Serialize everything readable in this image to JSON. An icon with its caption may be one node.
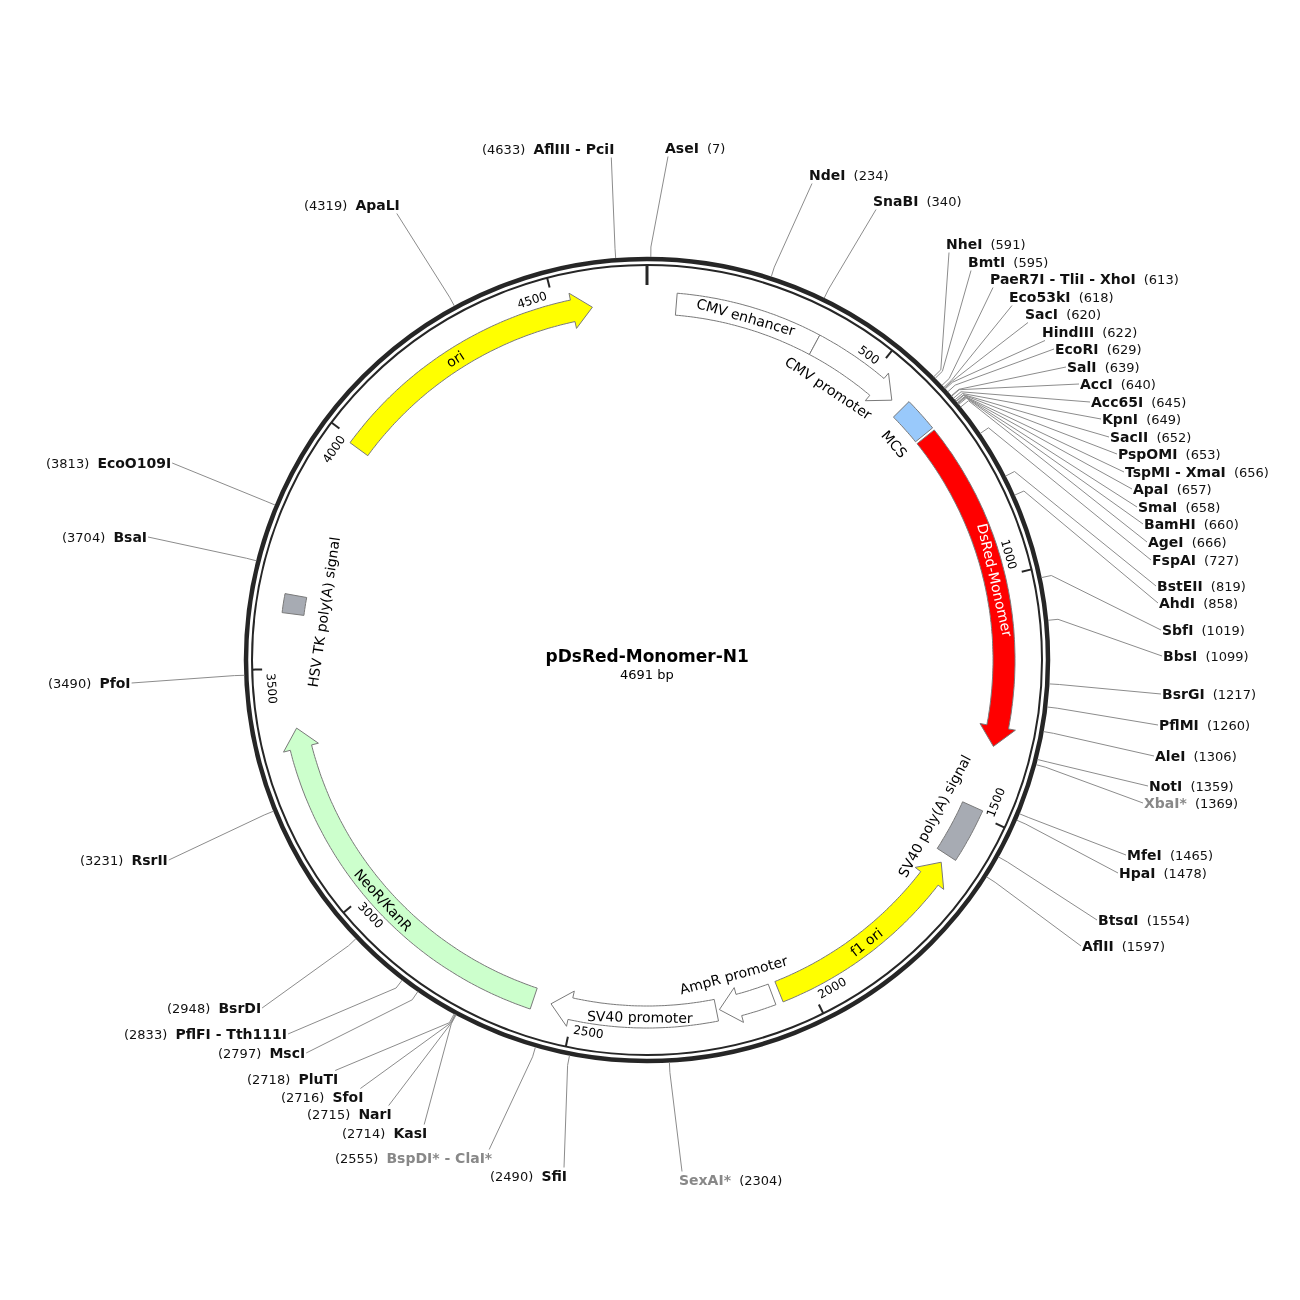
{
  "diagram": {
    "title": "pDsRed-Monomer-N1",
    "nodes": [
      {
        "text": [
          "CMV enhancer"
        ]
      },
      {
        "text": [
          "CMV promoter"
        ]
      },
      {
        "text": [
          "MCS"
        ]
      },
      {
        "text": [
          "DsRed-Monomer"
        ]
      },
      {
        "text": [
          "SV40 poly(A) signal"
        ]
      },
      {
        "text": [
          "f1 ori"
        ]
      },
      {
        "text": [
          "AmpR promoter"
        ]
      },
      {
        "text": [
          "SV40 promoter"
        ]
      },
      {
        "text": [
          "NeoR/KanR"
        ]
      },
      {
        "text": [
          "HSV TK poly(A) signal"
        ]
      },
      {
        "text": [
          "ori"
        ]
      },
      {
        "text": [
          "AseI",
          "(7)"
        ]
      },
      {
        "text": [
          "NdeI",
          "(234)"
        ]
      },
      {
        "text": [
          "SnaBI",
          "(340)"
        ]
      },
      {
        "text": [
          "NheI",
          "(591)"
        ]
      },
      {
        "text": [
          "BmtI",
          "(595)"
        ]
      },
      {
        "text": [
          "PaeR7I - TliI - XhoI",
          "(613)"
        ]
      },
      {
        "text": [
          "Eco53kI",
          "(618)"
        ]
      },
      {
        "text": [
          "SacI",
          "(620)"
        ]
      },
      {
        "text": [
          "HindIII",
          "(622)"
        ]
      },
      {
        "text": [
          "EcoRI",
          "(629)"
        ]
      },
      {
        "text": [
          "SalI",
          "(639)"
        ]
      },
      {
        "text": [
          "AccI",
          "(640)"
        ]
      },
      {
        "text": [
          "Acc65I",
          "(645)"
        ]
      },
      {
        "text": [
          "KpnI",
          "(649)"
        ]
      },
      {
        "text": [
          "SacII",
          "(652)"
        ]
      },
      {
        "text": [
          "PspOMI",
          "(653)"
        ]
      },
      {
        "text": [
          "TspMI - XmaI",
          "(656)"
        ]
      },
      {
        "text": [
          "ApaI",
          "(657)"
        ]
      },
      {
        "text": [
          "SmaI",
          "(658)"
        ]
      },
      {
        "text": [
          "BamHI",
          "(660)"
        ]
      },
      {
        "text": [
          "AgeI",
          "(666)"
        ]
      },
      {
        "text": [
          "FspAI",
          "(727)"
        ]
      },
      {
        "text": [
          "BstEII",
          "(819)"
        ]
      },
      {
        "text": [
          "AhdI",
          "(858)"
        ]
      },
      {
        "text": [
          "SbfI",
          "(1019)"
        ]
      },
      {
        "text": [
          "BbsI",
          "(1099)"
        ]
      },
      {
        "text": [
          "BsrGI",
          "(1217)"
        ]
      },
      {
        "text": [
          "PflMI",
          "(1260)"
        ]
      },
      {
        "text": [
          "AleI",
          "(1306)"
        ]
      },
      {
        "text": [
          "NotI",
          "(1359)"
        ]
      },
      {
        "text": [
          "XbaI*",
          "(1369)"
        ]
      },
      {
        "text": [
          "MfeI",
          "(1465)"
        ]
      },
      {
        "text": [
          "HpaI",
          "(1478)"
        ]
      },
      {
        "text": [
          "BtsαI",
          "(1554)"
        ]
      },
      {
        "text": [
          "AflII",
          "(1597)"
        ]
      },
      {
        "text": [
          "SexAI*",
          "(2304)"
        ]
      },
      {
        "text": [
          "(2490)",
          "SfiI"
        ]
      },
      {
        "text": [
          "(2555)",
          "BspDI* - ClaI*"
        ]
      },
      {
        "text": [
          "(2714)",
          "KasI"
        ]
      },
      {
        "text": [
          "(2715)",
          "NarI"
        ]
      },
      {
        "text": [
          "(2716)",
          "SfoI"
        ]
      },
      {
        "text": [
          "(2718)",
          "PluTI"
        ]
      },
      {
        "text": [
          "(2797)",
          "MscI"
        ]
      },
      {
        "text": [
          "(2833)",
          "PflFI - Tth111I"
        ]
      },
      {
        "text": [
          "(2948)",
          "BsrDI"
        ]
      },
      {
        "text": [
          "(3231)",
          "RsrII"
        ]
      },
      {
        "text": [
          "(3490)",
          "PfoI"
        ]
      },
      {
        "text": [
          "(3704)",
          "BsaI"
        ]
      },
      {
        "text": [
          "(3813)",
          "EcoO109I"
        ]
      },
      {
        "text": [
          "(4319)",
          "ApaLI"
        ]
      },
      {
        "text": [
          "(4633)",
          "AflIII - PciI"
        ]
      }
    ],
    "edges": [
      {
        "from": 11,
        "to": null,
        "arrow": "none"
      },
      {
        "from": 12,
        "to": null,
        "arrow": "none"
      },
      {
        "from": 13,
        "to": null,
        "arrow": "none"
      },
      {
        "from": 14,
        "to": null,
        "arrow": "none"
      },
      {
        "from": 15,
        "to": null,
        "arrow": "none"
      },
      {
        "from": 16,
        "to": null,
        "arrow": "none"
      },
      {
        "from": 17,
        "to": null,
        "arrow": "none"
      },
      {
        "from": 18,
        "to": null,
        "arrow": "none"
      },
      {
        "from": 19,
        "to": null,
        "arrow": "none"
      },
      {
        "from": 20,
        "to": null,
        "arrow": "none"
      },
      {
        "from": 21,
        "to": null,
        "arrow": "none"
      },
      {
        "from": 22,
        "to": null,
        "arrow": "none"
      },
      {
        "from": 23,
        "to": null,
        "arrow": "none"
      },
      {
        "from": 24,
        "to": null,
        "arrow": "none"
      },
      {
        "from": 25,
        "to": null,
        "arrow": "none"
      },
      {
        "from": 26,
        "to": null,
        "arrow": "none"
      },
      {
        "from": 27,
        "to": null,
        "arrow": "none"
      },
      {
        "from": 28,
        "to": null,
        "arrow": "none"
      },
      {
        "from": 29,
        "to": null,
        "arrow": "none"
      },
      {
        "from": 30,
        "to": null,
        "arrow": "none"
      },
      {
        "from": 31,
        "to": null,
        "arrow": "none"
      },
      {
        "from": 32,
        "to": null,
        "arrow": "none"
      },
      {
        "from": 33,
        "to": null,
        "arrow": "none"
      },
      {
        "from": 34,
        "to": null,
        "arrow": "none"
      },
      {
        "from": 35,
        "to": null,
        "arrow": "none"
      },
      {
        "from": 36,
        "to": null,
        "arrow": "none"
      },
      {
        "from": 37,
        "to": null,
        "arrow": "none"
      },
      {
        "from": 38,
        "to": null,
        "arrow": "none"
      },
      {
        "from": 39,
        "to": null,
        "arrow": "none"
      },
      {
        "from": 40,
        "to": null,
        "arrow": "none"
      },
      {
        "from": 41,
        "to": null,
        "arrow": "none"
      },
      {
        "from": 42,
        "to": null,
        "arrow": "none"
      },
      {
        "from": 43,
        "to": null,
        "arrow": "none"
      },
      {
        "from": 44,
        "to": null,
        "arrow": "none"
      },
      {
        "from": 45,
        "to": null,
        "arrow": "none"
      },
      {
        "from": 46,
        "to": null,
        "arrow": "none"
      },
      {
        "from": 47,
        "to": null,
        "arrow": "none"
      },
      {
        "from": 48,
        "to": null,
        "arrow": "none"
      },
      {
        "from": 49,
        "to": null,
        "arrow": "none"
      },
      {
        "from": 50,
        "to": null,
        "arrow": "none"
      },
      {
        "from": 51,
        "to": null,
        "arrow": "none"
      },
      {
        "from": 52,
        "to": null,
        "arrow": "none"
      },
      {
        "from": 53,
        "to": null,
        "arrow": "none"
      },
      {
        "from": 54,
        "to": null,
        "arrow": "none"
      },
      {
        "from": 55,
        "to": null,
        "arrow": "none"
      },
      {
        "from": 56,
        "to": null,
        "arrow": "none"
      },
      {
        "from": 57,
        "to": null,
        "arrow": "none"
      },
      {
        "from": 58,
        "to": null,
        "arrow": "none"
      },
      {
        "from": 59,
        "to": null,
        "arrow": "none"
      },
      {
        "from": 60,
        "to": null,
        "arrow": "none"
      },
      {
        "from": 61,
        "to": null,
        "arrow": "none"
      }
    ],
    "labels": [
      "4691 bp",
      "500",
      "1000",
      "1500",
      "2000",
      "2500",
      "3000",
      "3500",
      "4000",
      "4500"
    ]
  }
}
